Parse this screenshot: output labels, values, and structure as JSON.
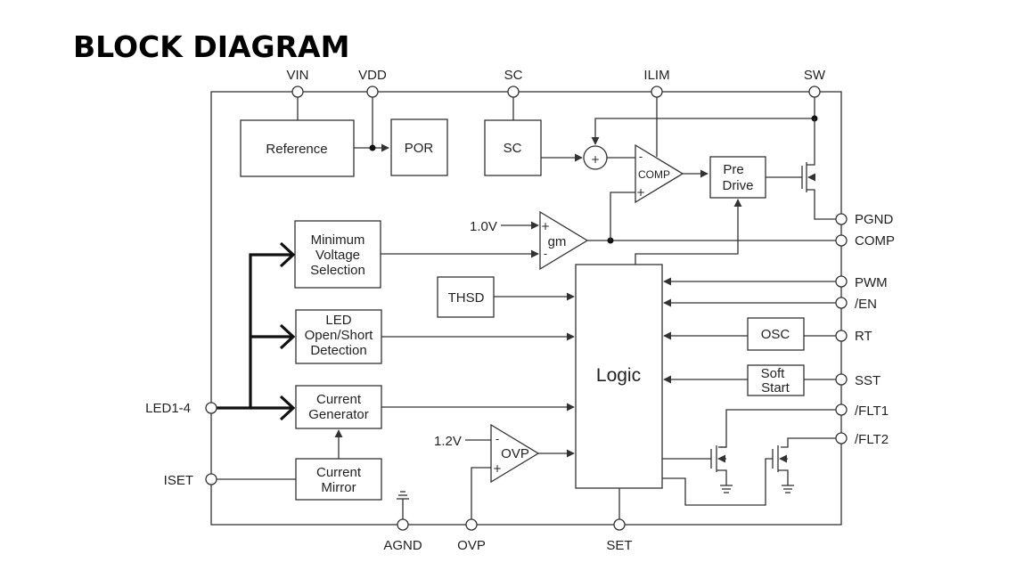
{
  "title": "BLOCK DIAGRAM",
  "pins": {
    "vin": "VIN",
    "vdd": "VDD",
    "sc": "SC",
    "ilim": "ILIM",
    "sw": "SW",
    "pgnd": "PGND",
    "comp": "COMP",
    "pwm": "PWM",
    "en": "/EN",
    "rt": "RT",
    "sst": "SST",
    "flt1": "/FLT1",
    "flt2": "/FLT2",
    "led": "LED1-4",
    "iset": "ISET",
    "agnd": "AGND",
    "ovp": "OVP",
    "set": "SET"
  },
  "blocks": {
    "reference": "Reference",
    "por": "POR",
    "sc": "SC",
    "min_voltage": [
      "Minimum",
      "Voltage",
      "Selection"
    ],
    "led_detect": [
      "LED",
      "Open/Short",
      "Detection"
    ],
    "current_gen": [
      "Current",
      "Generator"
    ],
    "current_mirror": [
      "Current",
      "Mirror"
    ],
    "thsd": "THSD",
    "logic": "Logic",
    "osc": "OSC",
    "soft_start": [
      "Soft",
      "Start"
    ],
    "pre_drive": [
      "Pre",
      "Drive"
    ]
  },
  "amplifiers": {
    "comp": "COMP",
    "gm": "gm",
    "ovp": "OVP",
    "plus": "+",
    "minus": "-"
  },
  "references": {
    "gm_ref": "1.0V",
    "ovp_ref": "1.2V"
  }
}
